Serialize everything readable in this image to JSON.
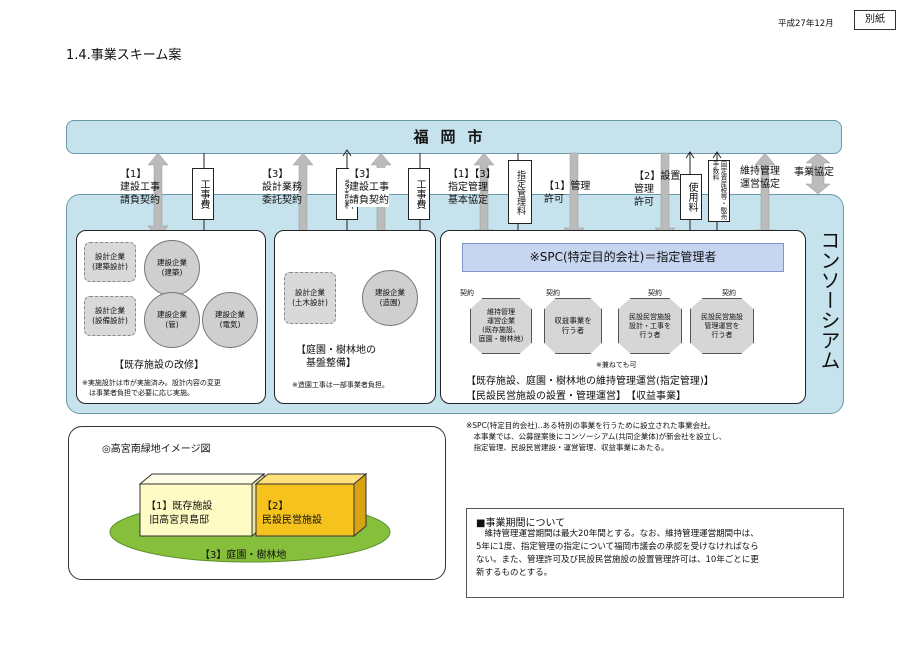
{
  "header": {
    "date": "平成27年12月",
    "badge": "別紙",
    "title": "1.4.事業スキーム案"
  },
  "city": "福岡市",
  "consortium": "コンソーシアム",
  "arrows": {
    "a1": "【1】\n建設工事\n請負契約",
    "a1_box": "工事費",
    "a2": "【3】\n設計業務\n委託契約",
    "a2_box": "委託料",
    "a3": "【3】\n建設工事\n請負契約",
    "a3_box": "工事費",
    "a4": "【1】【3】\n指定管理\n基本協定",
    "a4_box": "指定管理料",
    "a5": "【1】管理\n許可",
    "a6": "【2】設置\n管理\n許可",
    "a6_box": "使用料",
    "a7_box": "固定資産税等・販売手数料",
    "a8": "維持管理\n運営協定",
    "a9": "事業協定"
  },
  "panel1": {
    "rect1": "設計企業\n(建築設計)",
    "rect2": "設計企業\n(設備設計)",
    "c1": "建設企業\n(建築)",
    "c2": "建設企業\n(管)",
    "c3": "建設企業\n(電気)",
    "caption": "【既存施設の改修】",
    "note": "※実施設計は市が実施済み。設計内容の変更\n　は事業者負担で必要に応じ実施。"
  },
  "panel2": {
    "rect": "設計企業\n(土木設計)",
    "circle": "建設企業\n(造園)",
    "caption": "【庭園・樹林地の\n　基盤整備】",
    "note": "※造園工事は一部事業者負担。"
  },
  "panel3": {
    "spc": "※SPC(特定目的会社)＝指定管理者",
    "contract": "契約",
    "o1": "維持管理\n運営企業\n(既存施設、\n庭園・樹林地)",
    "o2": "収益事業を\n行う者",
    "o3": "民設民営施設\n設計・工事を\n行う者",
    "o4": "民設民営施設\n管理運営を\n行う者",
    "concurrent": "※兼ねても可",
    "caption1": "【既存施設、庭園・樹林地の維持管理運営(指定管理)】",
    "caption2": "【民設民営施設の設置・管理運営】　【収益事業】"
  },
  "spc_note": "※SPC(特定目的会社)‥ある特別の事業を行うために設立された事業会社。\n　本事業では、公募提案後にコンソーシアム(共同企業体)が新会社を設立し、\n　指定管理、民設民営建設・運営管理、収益事業にあたる。",
  "map": {
    "title": "◎高宮南緑地イメージ図",
    "box1": "【1】既存施設\n旧高宮貝島邸",
    "box2": "【2】\n民設民営施設",
    "ground": "【3】庭園・樹林地"
  },
  "period": {
    "title": "■事業期間について",
    "body": "　維持管理運営期間は最大20年間とする。なお、維持管理運営期間中は、\n5年に1度、指定管理の指定について福岡市議会の承認を受けなければなら\nない。また、管理許可及び民設民営施設の設置管理許可は、10年ごとに更\n新するものとする。"
  },
  "colors": {
    "light_blue": "#c6e2ec",
    "spc_blue": "#c7d6f0",
    "yellow": "#fefcc4",
    "orange": "#f6c21c",
    "green": "#86bf3c",
    "arrow_gray": "#bbbbbb"
  }
}
